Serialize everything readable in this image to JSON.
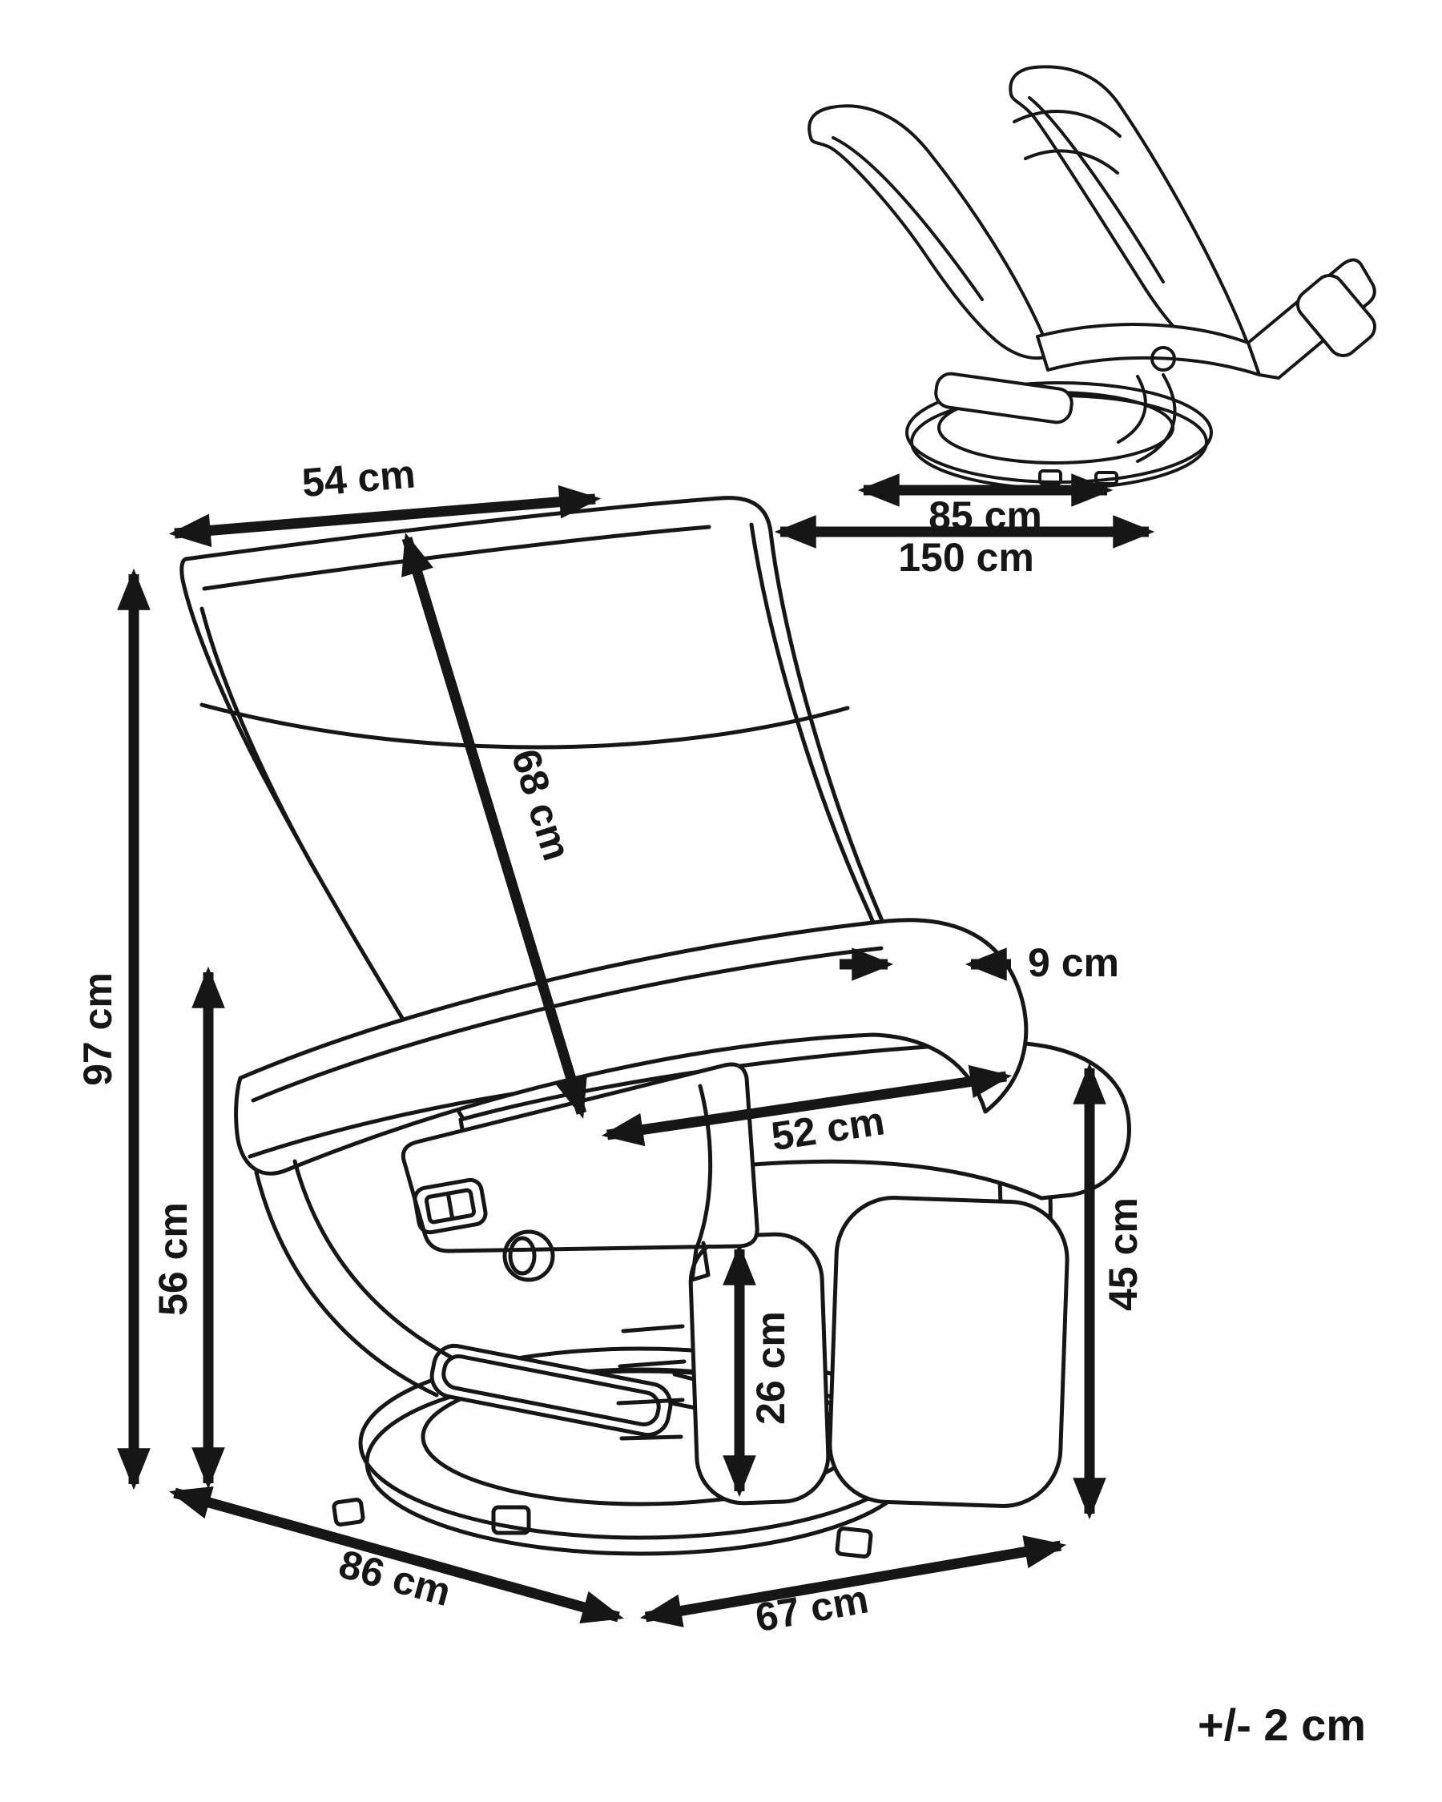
{
  "dims": {
    "backrest_top_width": "54 cm",
    "backrest_length": "68 cm",
    "total_height": "97 cm",
    "armrest_height": "56 cm",
    "armrest_thickness": "9 cm",
    "seat_width": "52 cm",
    "side_cushion_height": "26 cm",
    "seat_height": "45 cm",
    "total_depth": "86 cm",
    "front_depth": "67 cm",
    "reclined_base_depth": "85 cm",
    "reclined_total_depth": "150 cm"
  },
  "tolerance_note": "+/- 2 cm",
  "colors": {
    "background": "#ffffff",
    "line": "#161616"
  }
}
